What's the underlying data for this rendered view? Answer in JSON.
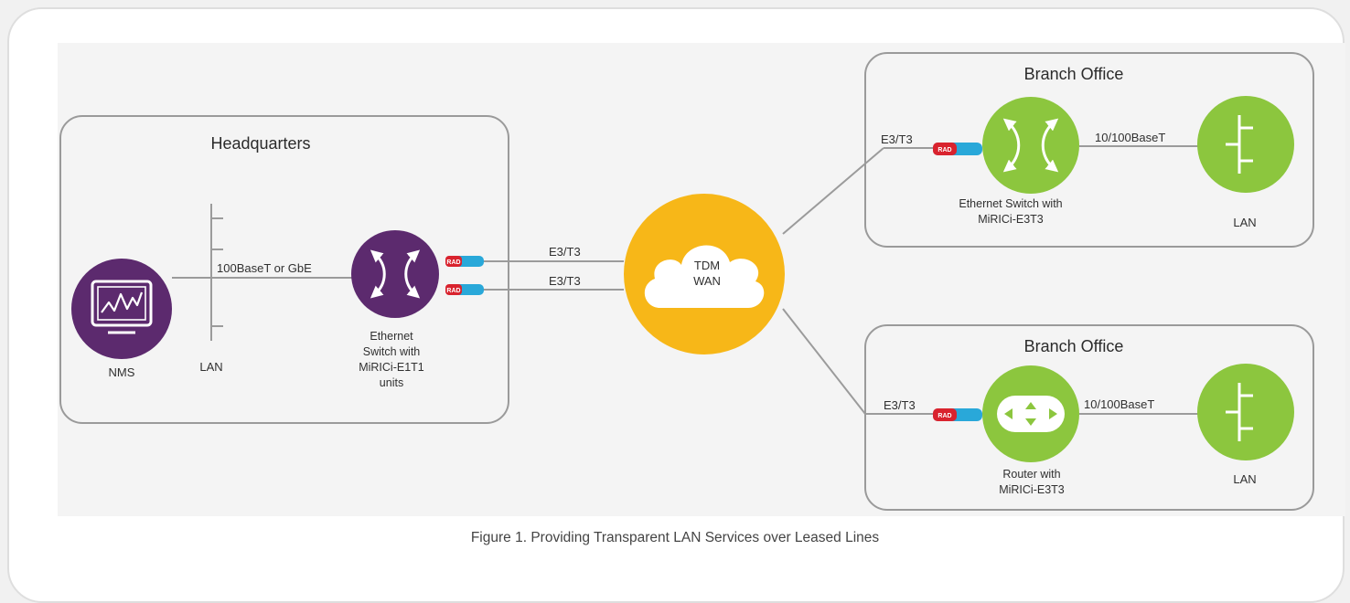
{
  "caption": "Figure 1.  Providing Transparent LAN Services over Leased Lines",
  "colors": {
    "purple": "#5c2a6e",
    "green": "#8cc63e",
    "yellow": "#f7b718",
    "connector_red": "#d9232e",
    "connector_blue": "#29a8d9",
    "box_border": "#9a9a9a",
    "line": "#9b9b9b"
  },
  "headquarters": {
    "title": "Headquarters",
    "nms": {
      "icon": "monitor-icon",
      "label": "NMS"
    },
    "lan_label": "LAN",
    "link_label": "100BaseT or GbE",
    "switch": {
      "icon": "switch-icon",
      "label_lines": [
        "Ethernet",
        "Switch with",
        "MiRICi-E1T1",
        "units"
      ]
    }
  },
  "wan": {
    "label_lines": [
      "TDM",
      "WAN"
    ],
    "links": [
      "E3/T3",
      "E3/T3"
    ]
  },
  "branch1": {
    "title": "Branch Office",
    "link_label": "E3/T3",
    "device": {
      "icon": "switch-icon",
      "label_lines": [
        "Ethernet Switch with",
        "MiRICi-E3T3"
      ]
    },
    "lan_link_label": "10/100BaseT",
    "lan_label": "LAN"
  },
  "branch2": {
    "title": "Branch Office",
    "link_label": "E3/T3",
    "device": {
      "icon": "router-icon",
      "label_lines": [
        "Router with",
        "MiRICi-E3T3"
      ]
    },
    "lan_link_label": "10/100BaseT",
    "lan_label": "LAN"
  },
  "connector_tag": "RAD"
}
